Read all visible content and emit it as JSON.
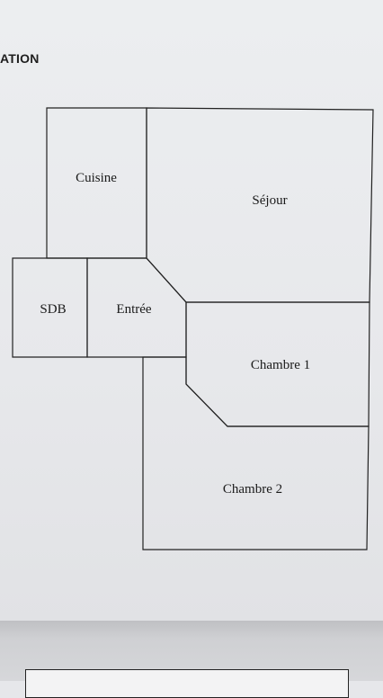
{
  "document": {
    "heading": "ATION"
  },
  "plan": {
    "rooms": [
      {
        "id": "cuisine",
        "label": "Cuisine"
      },
      {
        "id": "sejour",
        "label": "Séjour"
      },
      {
        "id": "sdb",
        "label": "SDB"
      },
      {
        "id": "entree",
        "label": "Entrée"
      },
      {
        "id": "chambre1",
        "label": "Chambre 1"
      },
      {
        "id": "chambre2",
        "label": "Chambre 2"
      }
    ]
  }
}
